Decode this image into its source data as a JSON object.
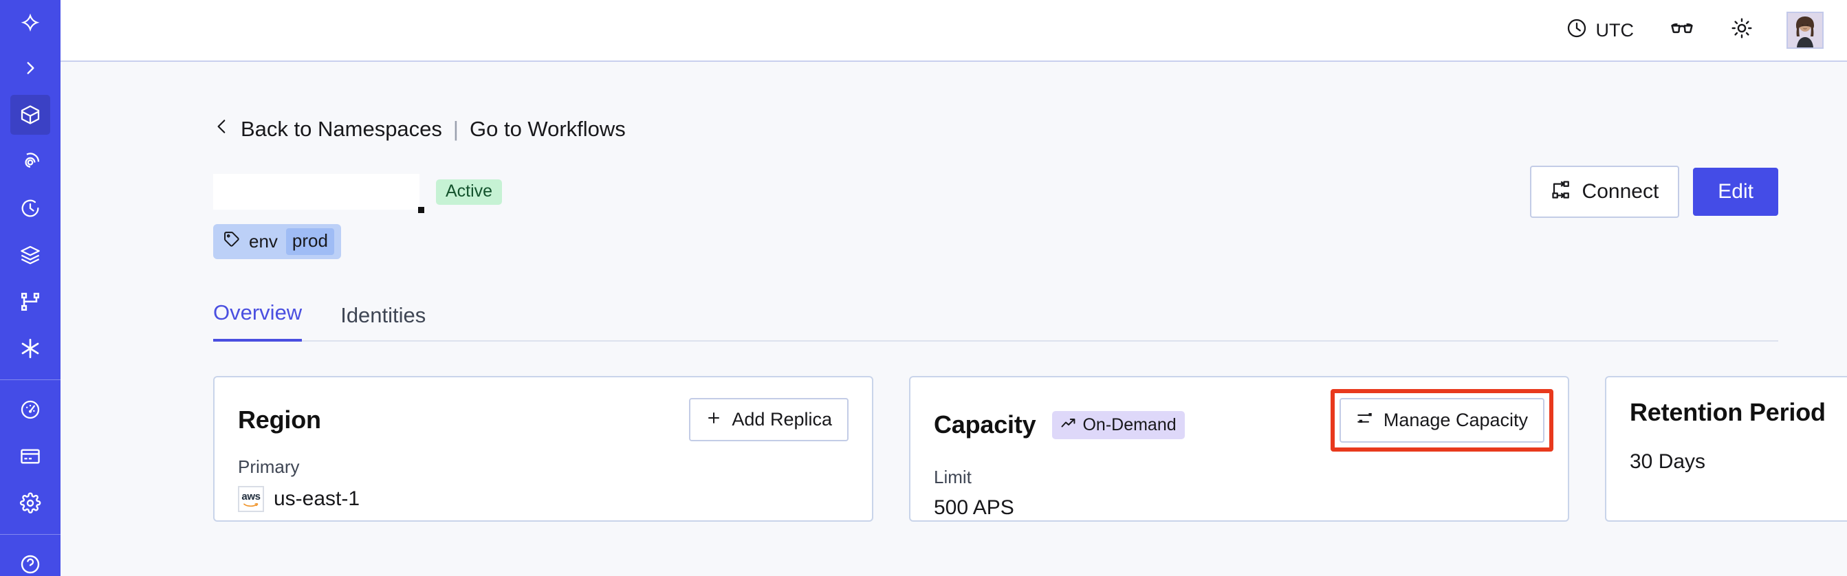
{
  "sidebar": {
    "brand_color": "#444ce7",
    "logo": {
      "name": "temporal-logo"
    },
    "toggle": {
      "label": "Expand navigation"
    },
    "items": [
      {
        "label": "Namespaces",
        "icon": "cube-icon",
        "active": true
      },
      {
        "label": "Workflows",
        "icon": "workflows-icon",
        "active": false
      },
      {
        "label": "Schedules",
        "icon": "clock-icon",
        "active": false
      },
      {
        "label": "Batch Operations",
        "icon": "layers-icon",
        "active": false
      },
      {
        "label": "Task Queues",
        "icon": "nodes-icon",
        "active": false
      },
      {
        "label": "Nexus",
        "icon": "asterisk-icon",
        "active": false
      }
    ],
    "items_secondary": [
      {
        "label": "Usage",
        "icon": "gauge-icon"
      },
      {
        "label": "Billing",
        "icon": "credit-card-icon"
      },
      {
        "label": "Settings",
        "icon": "gear-icon"
      }
    ]
  },
  "topbar": {
    "timezone": "UTC",
    "timezone_icon": "clock-icon",
    "glasses_icon": "glasses-icon",
    "theme_icon": "sun-icon",
    "avatar_name": "user-avatar"
  },
  "breadcrumb": {
    "back_icon": "chevron-left-icon",
    "back_label": "Back to Namespaces",
    "separator": "|",
    "forward_label": "Go to Workflows"
  },
  "namespace": {
    "name": "",
    "status_badge": "Active",
    "tag": {
      "icon": "tag-icon",
      "key": "env",
      "value": "prod"
    }
  },
  "header_actions": {
    "connect_label": "Connect",
    "connect_icon": "connect-icon",
    "edit_label": "Edit",
    "edit_color": "#444ce7"
  },
  "tabs": [
    {
      "label": "Overview",
      "active": true
    },
    {
      "label": "Identities",
      "active": false
    }
  ],
  "cards": {
    "region": {
      "title": "Region",
      "action_label": "Add Replica",
      "action_icon": "plus-icon",
      "label": "Primary",
      "provider_icon": "aws-logo",
      "value": "us-east-1"
    },
    "capacity": {
      "title": "Capacity",
      "badge_label": "On-Demand",
      "badge_icon": "trending-up-icon",
      "badge_color": "#ded8f9",
      "action_label": "Manage Capacity",
      "action_icon": "sliders-icon",
      "action_highlight_color": "#e8391d",
      "label": "Limit",
      "value": "500 APS"
    },
    "retention": {
      "title": "Retention Period",
      "value": "30 Days"
    }
  }
}
